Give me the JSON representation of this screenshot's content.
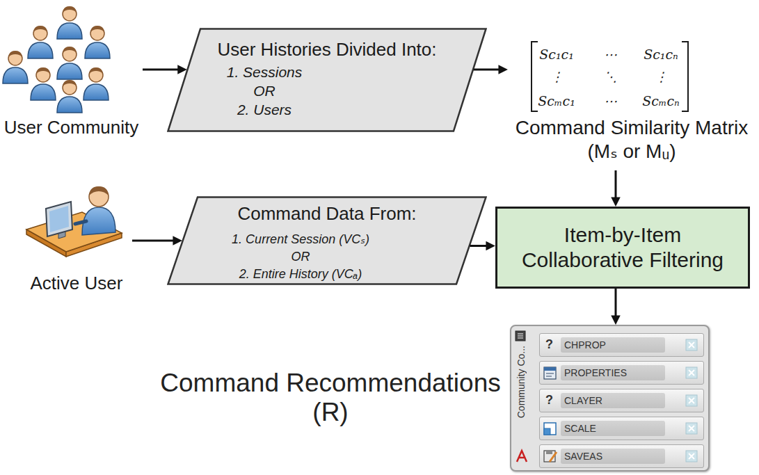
{
  "diagram": {
    "nodes": [
      {
        "text": [
          "User Community"
        ]
      },
      {
        "text": [
          "User Histories Divided Into:",
          "1. Sessions",
          "OR",
          "2. Users"
        ]
      },
      {
        "text": [
          "Sc₁c₁",
          "⋯",
          "Sc₁cₙ",
          "⋮",
          "⋱",
          "⋮",
          "Scₘc₁",
          "⋯",
          "Scₘcₙ",
          "Command Similarity Matrix (Mₛ or Mᵤ)"
        ]
      },
      {
        "text": [
          "Active User"
        ]
      },
      {
        "text": [
          "Command Data From:",
          "1. Current Session (VCₛ)",
          "OR",
          "2. Entire History (VCₐ)"
        ]
      },
      {
        "text": [
          "Item-by-Item Collaborative Filtering"
        ]
      },
      {
        "text": [
          "Community Co..."
        ]
      },
      {
        "text": [
          "?",
          "CHPROP"
        ],
        "in": 6
      },
      {
        "text": [
          "PROPERTIES"
        ],
        "in": 6
      },
      {
        "text": [
          "?",
          "CLAYER"
        ],
        "in": 6
      },
      {
        "text": [
          "SCALE"
        ],
        "in": 6
      },
      {
        "text": [
          "SAVEAS"
        ],
        "in": 6
      }
    ],
    "edges": [
      {
        "from": 0,
        "to": 1,
        "arrow": "to"
      },
      {
        "from": 1,
        "to": 2,
        "arrow": "to"
      },
      {
        "from": 2,
        "to": 5,
        "arrow": "to"
      },
      {
        "from": 3,
        "to": 4,
        "arrow": "to"
      },
      {
        "from": 4,
        "to": 5,
        "arrow": "to"
      },
      {
        "from": 5,
        "to": 6,
        "arrow": "to"
      }
    ],
    "labels": [
      "Command Recommendations (R)"
    ]
  }
}
